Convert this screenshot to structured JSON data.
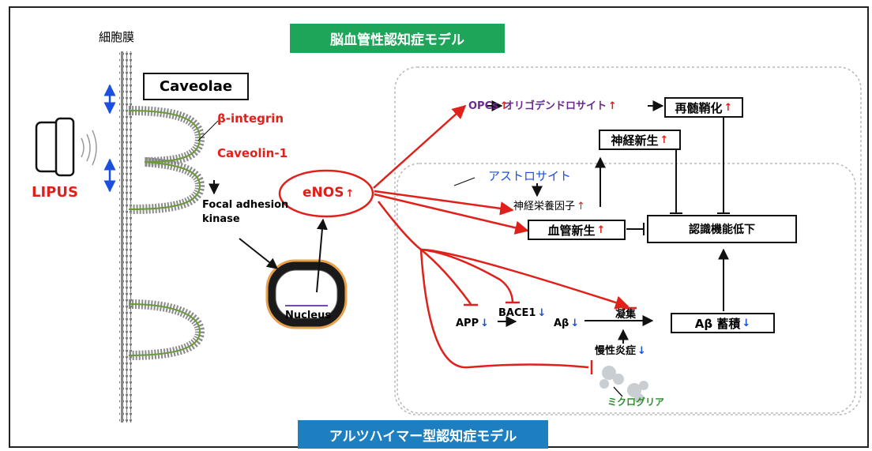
{
  "labels": {
    "membrane": "細胞膜",
    "caveolae": "Caveolae",
    "beta_integrin": "β-integrin",
    "caveolin": "Caveolin-1",
    "lipus": "LIPUS",
    "fak": "Focal adhesion\nkinase",
    "enos": "eNOS",
    "nucleus": "Nucleus",
    "opcs": "OPCs",
    "oligo": "オリゴデンドロサイト",
    "remyelination": "再髄鞘化",
    "neurogenesis": "神経新生",
    "astrocyte": "アストロサイト",
    "neurotrophic": "神経栄養因子",
    "angiogenesis": "血管新生",
    "cognitive_decline": "認識機能低下",
    "app": "APP",
    "bace1": "BACE1",
    "abeta": "Aβ",
    "aggregation": "凝集",
    "abeta_accum": "Aβ 蓄積",
    "inflammation": "慢性炎症",
    "microglia": "ミクログリア"
  },
  "banners": {
    "vascular_model": "脳血管性認知症モデル",
    "alzheimer_model": "アルツハイマー型認知症モデル"
  },
  "colors": {
    "red": "#e0201a",
    "blue": "#1a4fe0",
    "purple": "#6a2a8c",
    "green_text": "#2e8b2e",
    "banner_green": "#1fa55a",
    "banner_blue": "#1e7fc0"
  },
  "markers": {
    "up": "↑",
    "down": "↓"
  }
}
